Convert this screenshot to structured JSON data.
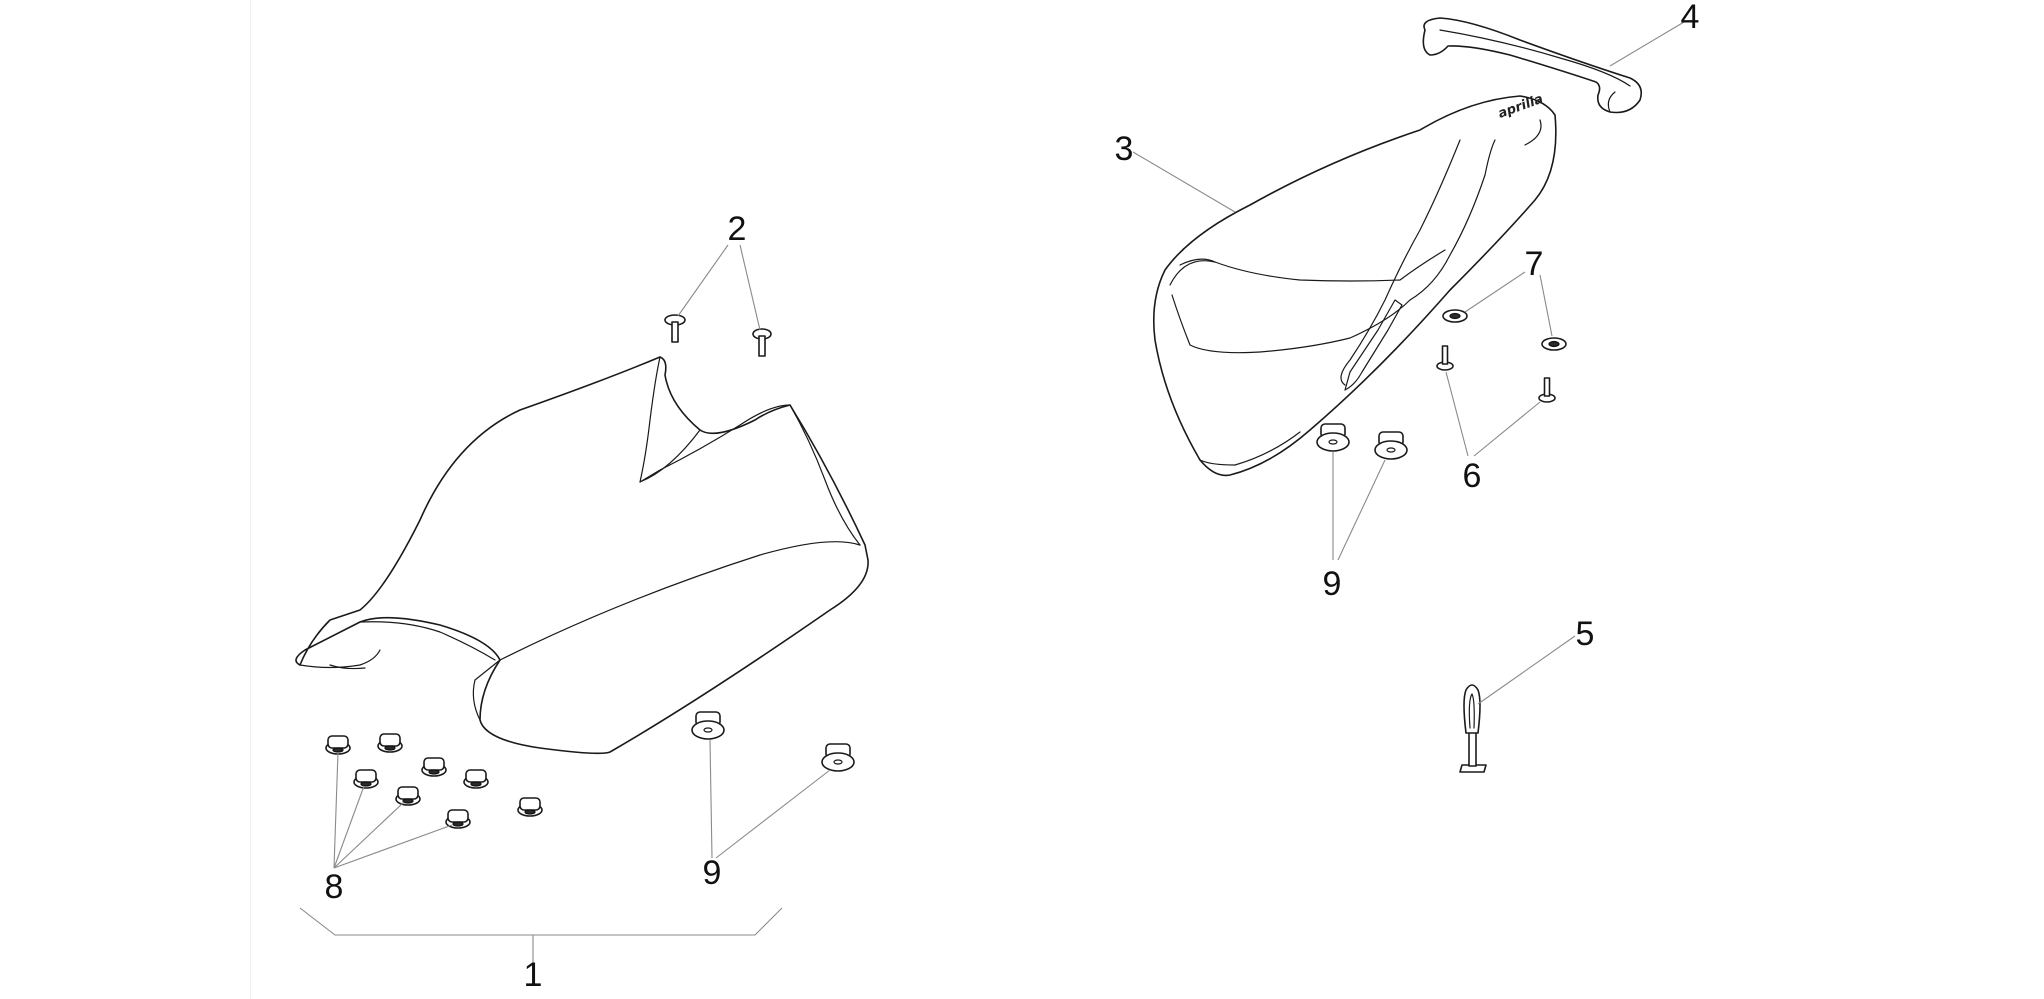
{
  "diagram": {
    "callouts": [
      {
        "id": "1",
        "label": "1"
      },
      {
        "id": "2",
        "label": "2"
      },
      {
        "id": "3",
        "label": "3"
      },
      {
        "id": "4",
        "label": "4"
      },
      {
        "id": "5",
        "label": "5"
      },
      {
        "id": "6",
        "label": "6"
      },
      {
        "id": "7",
        "label": "7"
      },
      {
        "id": "8",
        "label": "8"
      },
      {
        "id": "9a",
        "label": "9"
      },
      {
        "id": "9b",
        "label": "9"
      }
    ],
    "parts": [
      "rider-seat",
      "screw-pair",
      "passenger-seat-cover",
      "grab-handle",
      "seat-key-tool",
      "cover-screws",
      "washers",
      "seat-rubber-buffers",
      "seat-dampers"
    ],
    "logo_text": "aprilia"
  }
}
